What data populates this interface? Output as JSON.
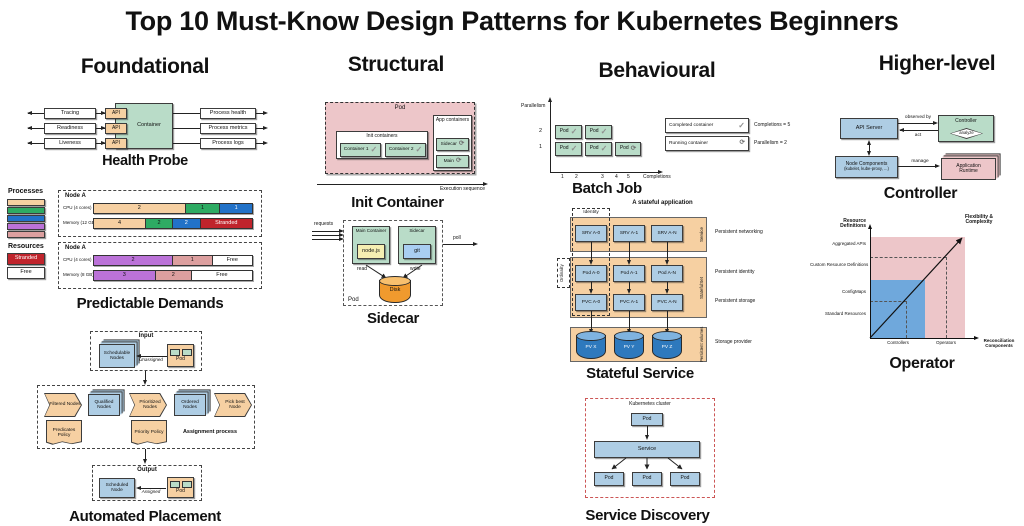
{
  "title": "Top 10 Must-Know Design Patterns for Kubernetes Beginners",
  "columns": {
    "foundational": "Foundational",
    "structural": "Structural",
    "behavioural": "Behavioural",
    "higher_level": "Higher-level"
  },
  "icons": {
    "check": "✓",
    "refresh": "⟳"
  },
  "colors": {
    "mint_green": "#b9dcc8",
    "tan": "#f6d0a2",
    "light_blue": "#aecde4",
    "pink": "#edc6c9",
    "bar_green": "#2eab63",
    "bar_blue": "#2272c8",
    "bar_purple": "#bb72d8",
    "bar_rose": "#dc9f9f",
    "stranded_red": "#c0242c",
    "pv_blue": "#2e79bd",
    "disk_orange": "#f09a2e",
    "nodejs_yellow": "#f5eeb2",
    "git_blue": "#a9cef2",
    "operator_blue": "#6fa8dc",
    "cluster_dash_red": "#cc5555"
  },
  "health_probe": {
    "title": "Health Probe",
    "container_label": "Container",
    "api_label": "API",
    "left_labels": [
      "Tracing",
      "Readiness",
      "Liveness"
    ],
    "right_labels": [
      "Process health",
      "Process metrics",
      "Process logs"
    ]
  },
  "predictable_demands": {
    "title": "Predictable Demands",
    "legend": {
      "processes_title": "Processes",
      "resources_title": "Resources",
      "stranded": "Stranded",
      "free": "Free"
    },
    "node_top": {
      "name": "Node A",
      "cpu_label": "CPU (4 cores)",
      "cpu_values": [
        "2",
        "1",
        "1"
      ],
      "mem_label": "Memory (12 GB)",
      "mem_values": [
        "4",
        "2",
        "2",
        "Stranded"
      ]
    },
    "node_bottom": {
      "name": "Node A",
      "cpu_label": "CPU (4 cores)",
      "cpu_values": [
        "2",
        "1",
        "Free"
      ],
      "mem_label": "Memory (8 GB)",
      "mem_values": [
        "3",
        "2",
        "Free"
      ]
    }
  },
  "automated_placement": {
    "title": "Automated Placement",
    "input_title": "Input",
    "schedulable_nodes": "Schedulable Nodes",
    "unassigned": "Unassigned",
    "pod": "Pod",
    "steps": [
      "Filtered Nodes",
      "Qualified Nodes",
      "Prioritized Nodes",
      "Ordered Nodes",
      "Pick best Node"
    ],
    "predicates_policy": "Predicates Policy",
    "priority_policy": "Priority Policy",
    "assignment_process": "Assignment process",
    "output_title": "Output",
    "scheduled_node": "Scheduled Node",
    "assigned": "Assigned"
  },
  "init_container": {
    "title": "Init Container",
    "pod": "Pod",
    "init_containers": "Init containers",
    "container1": "Container 1",
    "container2": "Container 2",
    "app_containers": "App containers",
    "sidecar": "Sidecar",
    "main": "Main",
    "execution_sequence": "Execution sequence"
  },
  "sidecar": {
    "title": "Sidecar",
    "pod": "Pod",
    "requests": "requests",
    "main_container": "Main Container",
    "nodejs": "node.js",
    "sidecar_box": "Sidecar",
    "git": "git",
    "poll": "poll",
    "read": "read",
    "write": "write",
    "disk": "Disk"
  },
  "batch_job": {
    "title": "Batch Job",
    "y_axis": "Parallelism",
    "x_axis": "Completions",
    "y_ticks": [
      "2",
      "1"
    ],
    "x_ticks": [
      "1",
      "2",
      "3",
      "4",
      "5"
    ],
    "pod": "Pod",
    "rows": [
      {
        "y": "2",
        "pods": [
          {
            "label": "Pod",
            "state": "check"
          },
          {
            "label": "Pod",
            "state": "check"
          }
        ]
      },
      {
        "y": "1",
        "pods": [
          {
            "label": "Pod",
            "state": "check"
          },
          {
            "label": "Pod",
            "state": "check"
          },
          {
            "label": "Pod",
            "state": "refresh"
          }
        ]
      }
    ],
    "legend": [
      {
        "label": "Completed container",
        "icon": "check",
        "note": "Completions = 5"
      },
      {
        "label": "Running container",
        "icon": "refresh",
        "note": "Parallelism = 2"
      }
    ]
  },
  "stateful_service": {
    "title": "Stateful Service",
    "header": "A stateful application",
    "identity": "Identity",
    "ordinality": "Ordinality",
    "srv_row": [
      "SRV A-0",
      "SRV A-1",
      "SRV A-N"
    ],
    "pod_row": [
      "Pod A-0",
      "Pod A-1",
      "Pod A-N"
    ],
    "pvc_row": [
      "PVC A-0",
      "PVC A-1",
      "PVC A-N"
    ],
    "pv_row": [
      "PV X",
      "PV Y",
      "PV Z"
    ],
    "band_labels": [
      "Service",
      "StatefulSet",
      "Persistent volumes"
    ],
    "side_labels": [
      "Persistent networking",
      "Persistent identity",
      "Persistent storage",
      "Storage provider"
    ]
  },
  "service_discovery": {
    "title": "Service Discovery",
    "cluster": "Kubernetes cluster",
    "pod_top": "Pod",
    "service": "Service",
    "pods": [
      "Pod",
      "Pod",
      "Pod"
    ]
  },
  "controller": {
    "title": "Controller",
    "api_server": "API Server",
    "controller_box": "Controller",
    "analyze": "analyze",
    "observed_by": "observed by",
    "act": "act",
    "node_components_line1": "Node Components",
    "node_components_line2": "(kubelet, kube-proxy, ...)",
    "manage": "manage",
    "application_runtime": "Application Runtime"
  },
  "operator": {
    "title": "Operator",
    "y_axis_title": "Resource Definitions",
    "x_axis_title": "Reconciliation Components",
    "diag_label": "Flexibility & Complexity",
    "y_labels": [
      "Aggregated APIs",
      "Custom Resource Definitions",
      "ConfigMaps",
      "Standard Resources"
    ],
    "x_labels": [
      "Controllers",
      "Operators"
    ]
  }
}
